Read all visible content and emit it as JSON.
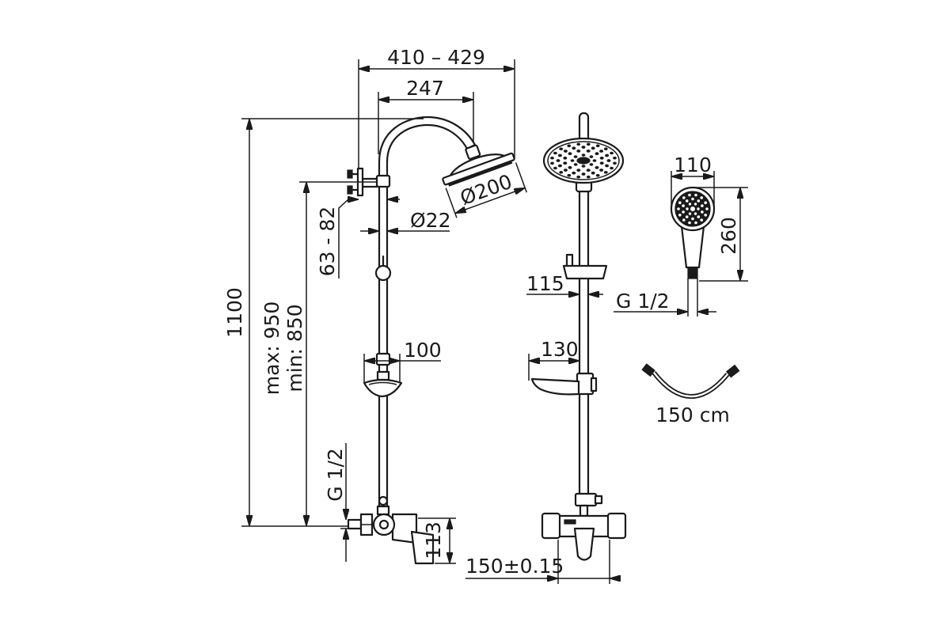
{
  "labels": {
    "overall_width": "410 – 429",
    "arm_length": "247",
    "head_diameter": "Ø200",
    "pipe_diameter": "Ø22",
    "wall_distance": "63 - 82",
    "total_height": "1100",
    "max_height": "max: 950",
    "min_height": "min: 850",
    "dish_depth": "100",
    "inlet_thread": "G 1/2",
    "mixer_height": "113",
    "inlet_spacing": "150±0.15",
    "holder_width": "115",
    "dish_width": "130",
    "hand_head_width": "110",
    "hand_length": "260",
    "hand_thread": "G 1/2",
    "hose_length": "150 cm"
  },
  "colors": {
    "line": "#1a1a1a",
    "background": "#ffffff"
  }
}
